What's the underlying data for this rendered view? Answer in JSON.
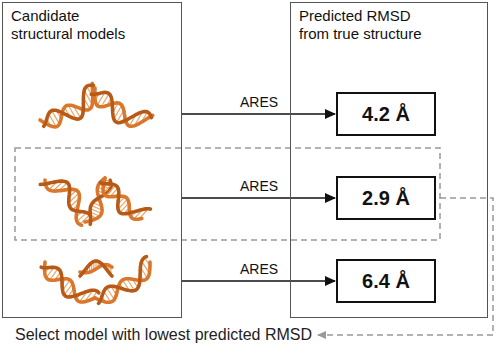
{
  "diagram": {
    "nodes": [
      {
        "text": [
          "Candidate structural models"
        ]
      },
      {
        "text": [
          "Predicted RMSD from true structure"
        ]
      },
      {
        "text": [
          "4.2 Å"
        ],
        "in": 1
      },
      {
        "text": [
          "2.9 Å"
        ],
        "in": 1
      },
      {
        "text": [
          "6.4 Å"
        ],
        "in": 1
      }
    ],
    "edges": [
      {
        "from": 0,
        "to": 2,
        "label": "ARES",
        "arrow": "to"
      },
      {
        "from": 0,
        "to": 3,
        "label": "ARES",
        "arrow": "to"
      },
      {
        "from": 0,
        "to": 4,
        "label": "ARES",
        "arrow": "to"
      }
    ],
    "labels": [
      "Select model with lowest predicted RMSD"
    ]
  }
}
